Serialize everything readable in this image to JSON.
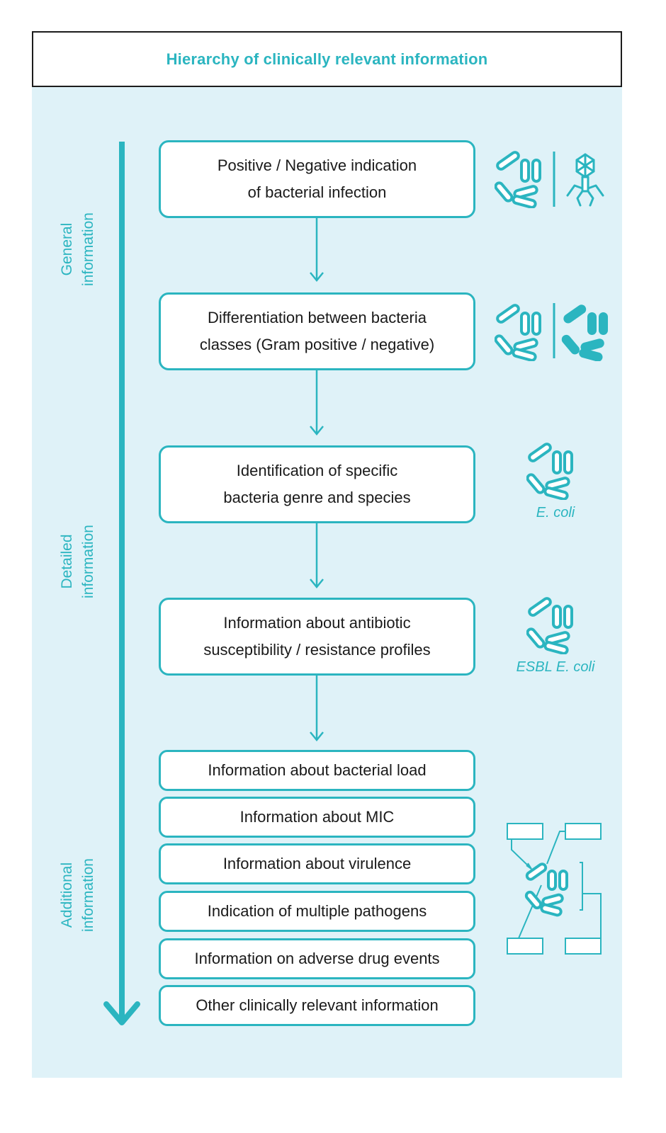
{
  "title": "Hierarchy of clinically relevant information",
  "side_labels": {
    "general": [
      "General",
      "information"
    ],
    "detailed": [
      "Detailed",
      "information"
    ],
    "additional": [
      "Additional",
      "information"
    ]
  },
  "steps": [
    {
      "lines": [
        "Positive / Negative indication",
        "of bacterial infection"
      ]
    },
    {
      "lines": [
        "Differentiation between bacteria",
        "classes (Gram positive / negative)"
      ]
    },
    {
      "lines": [
        "Identification of specific",
        "bacteria genre and species"
      ]
    },
    {
      "lines": [
        "Information about antibiotic",
        "susceptibility / resistance profiles"
      ]
    }
  ],
  "additional_items": [
    "Information about bacterial load",
    "Information about MIC",
    "Information about virulence",
    "Indication of multiple pathogens",
    "Information on adverse drug events",
    "Other clinically relevant information"
  ],
  "species_labels": {
    "step3": "E. coli",
    "step4": "ESBL E. coli"
  },
  "icons": {
    "step1": [
      "bacteria-cluster-icon",
      "bacteriophage-icon"
    ],
    "step2": [
      "bacteria-cluster-outline-icon",
      "bacteria-cluster-filled-icon"
    ],
    "step3": "bacteria-cluster-icon",
    "step4": "bacteria-cluster-icon",
    "additional": "annotated-bacteria-icon"
  },
  "colors": {
    "accent": "#2bb5c0",
    "panel": "#dff2f8",
    "title_border": "#1c1c1c",
    "text": "#1a1a1a"
  }
}
